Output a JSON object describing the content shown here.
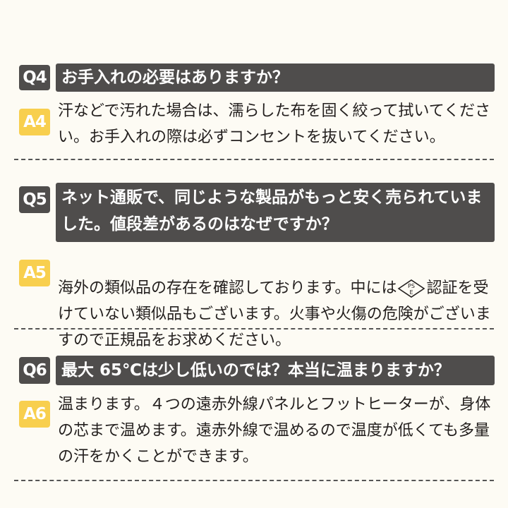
{
  "q4": {
    "q_label": "Q4",
    "question": "お手入れの必要はありますか？",
    "a_label": "A4",
    "answer": "汗などで汚れた場合は、濡らした布を固く絞って拭いてください。お手入れの際は必ずコンセントを抜いてください。"
  },
  "q5": {
    "q_label": "Q5",
    "question": "ネット通販で、同じような製品がもっと安く売られていました。値段差があるのはなぜですか？",
    "a_label": "A5",
    "answer_before_mark": "海外の類似品の存在を確認しております。中には",
    "pse_mark_text": "PSE",
    "answer_after_mark": "認証を受けていない類似品もございます。火事や火傷の危険がございますので正規品をお求めください。"
  },
  "q6": {
    "q_label": "Q6",
    "question": "最大 65℃は少し低いのでは？本当に温まりますか？",
    "a_label": "A6",
    "answer": "温まります。４つの遠赤外線パネルとフットヒーターが、身体の芯まで温めます。遠赤外線で温めるので温度が低くても多量の汗をかくことができます。"
  },
  "colors": {
    "question_bg": "#4f4d4c",
    "answer_badge": "#f8cf4e",
    "background": "#fdfbf4"
  }
}
